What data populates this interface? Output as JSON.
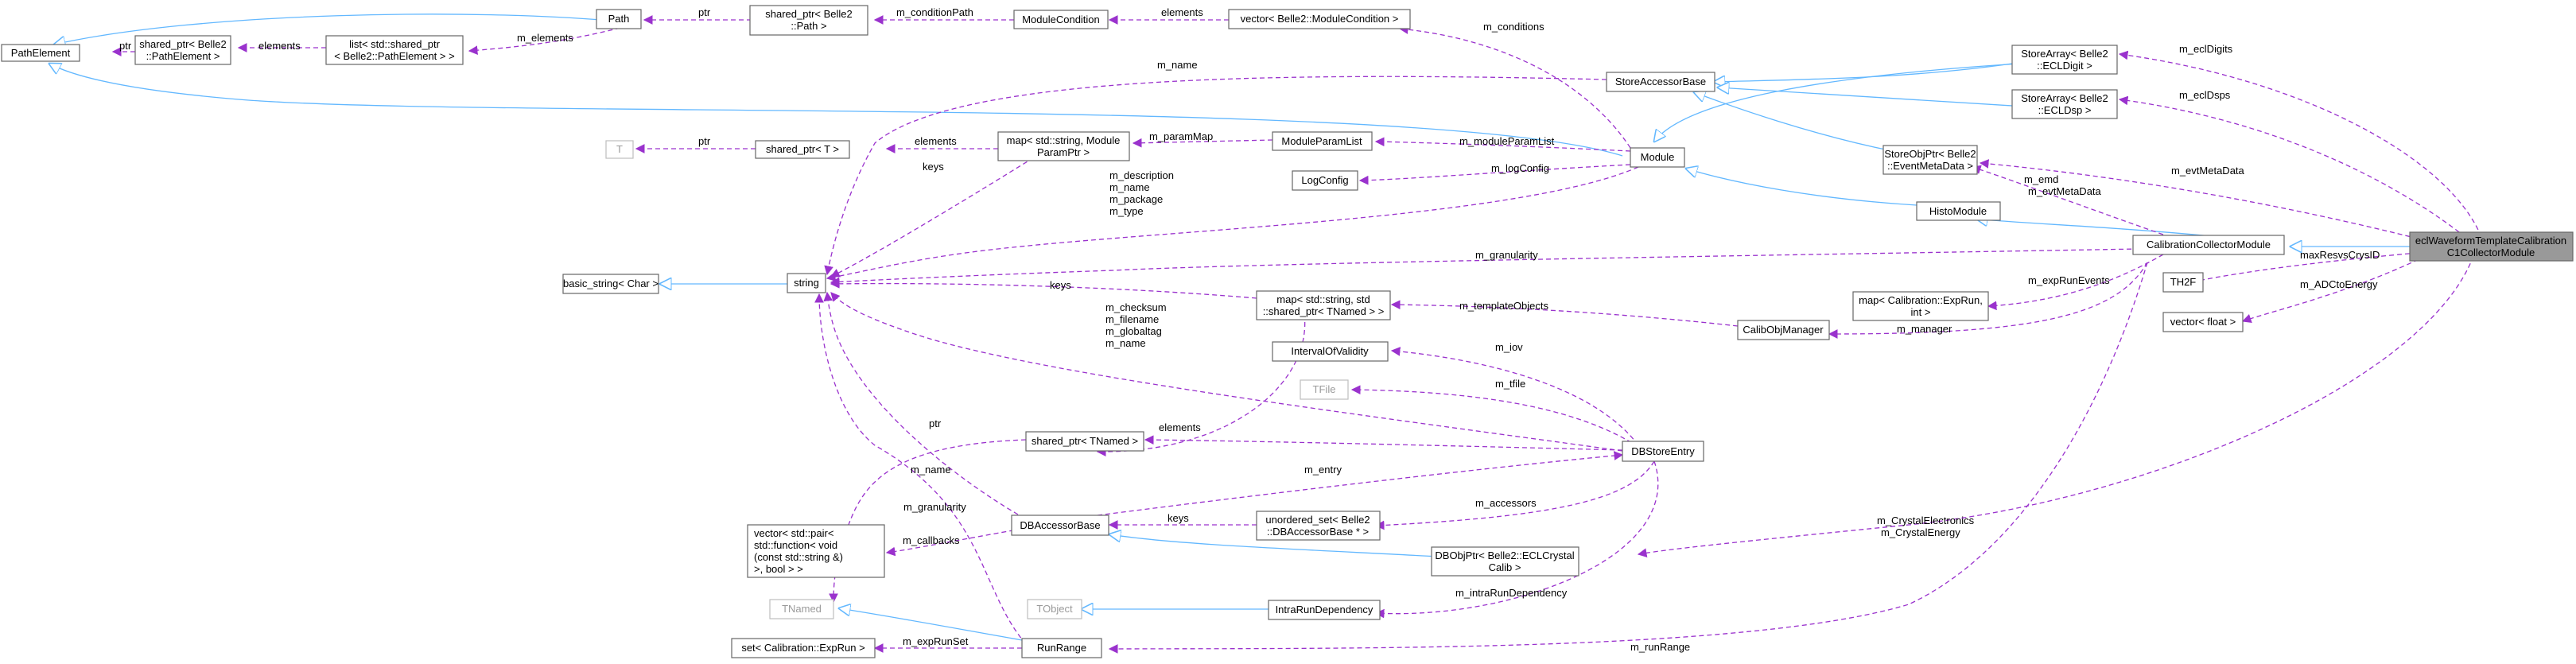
{
  "nodes": {
    "focus_l1": "eclWaveformTemplateCalibration",
    "focus_l2": "C1CollectorModule",
    "calibration_collector_module": "CalibrationCollectorModule",
    "histo_module": "HistoModule",
    "module": "Module",
    "path_element": "PathElement",
    "path": "Path",
    "shared_ptr_path_l1": "shared_ptr< Belle2",
    "shared_ptr_path_l2": "::Path >",
    "shared_ptr_pathelement_l1": "shared_ptr< Belle2",
    "shared_ptr_pathelement_l2": "::PathElement >",
    "list_shared_ptr_l1": "list< std::shared_ptr",
    "list_shared_ptr_l2": "< Belle2::PathElement > >",
    "module_condition": "ModuleCondition",
    "vector_module_condition": "vector< Belle2::ModuleCondition >",
    "store_accessor_base": "StoreAccessorBase",
    "store_array_ecl_digit_l1": "StoreArray< Belle2",
    "store_array_ecl_digit_l2": "::ECLDigit >",
    "store_array_ecl_dsp_l1": "StoreArray< Belle2",
    "store_array_ecl_dsp_l2": "::ECLDsp >",
    "store_obj_ptr_l1": "StoreObjPtr< Belle2",
    "store_obj_ptr_l2": "::EventMetaData >",
    "t": "T",
    "shared_ptr_t": "shared_ptr< T >",
    "map_param_l1": "map< std::string, Module",
    "map_param_l2": "ParamPtr >",
    "module_param_list": "ModuleParamList",
    "log_config": "LogConfig",
    "string": "string",
    "basic_string": "basic_string< Char >",
    "map_tnamed_l1": "map< std::string, std",
    "map_tnamed_l2": "::shared_ptr< TNamed > >",
    "calib_obj_manager": "CalibObjManager",
    "map_exprun_l1": "map< Calibration::ExpRun,",
    "map_exprun_l2": "int >",
    "th2f": "TH2F",
    "vector_float": "vector< float >",
    "interval_of_validity": "IntervalOfValidity",
    "tfile": "TFile",
    "shared_ptr_tnamed": "shared_ptr< TNamed >",
    "db_store_entry": "DBStoreEntry",
    "db_accessor_base": "DBAccessorBase",
    "unordered_set_l1": "unordered_set< Belle2",
    "unordered_set_l2": "::DBAccessorBase * >",
    "db_obj_ptr_l1": "DBObjPtr< Belle2::ECLCrystal",
    "db_obj_ptr_l2": "Calib >",
    "vector_pair_l1": "vector< std::pair<",
    "vector_pair_l2": "std::function< void",
    "vector_pair_l3": "(const std::string &)",
    "vector_pair_l4": ">, bool > >",
    "tnamed": "TNamed",
    "tobject": "TObject",
    "intra_run_dependency": "IntraRunDependency",
    "set_exprun": "set< Calibration::ExpRun >",
    "run_range": "RunRange"
  },
  "labels": {
    "ptr_1": "ptr",
    "m_elements": "m_elements",
    "elements_1": "elements",
    "m_condition_path": "m_conditionPath",
    "elements_2": "elements",
    "m_conditions": "m_conditions",
    "m_name_1": "m_name",
    "ptr_2": "ptr",
    "elements_3": "elements",
    "m_param_map": "m_paramMap",
    "m_module_param_list": "m_moduleParamList",
    "keys_1": "keys",
    "m_log_config": "m_logConfig",
    "mod_l1": "m_description",
    "mod_l2": "m_name",
    "mod_l3": "m_package",
    "mod_l4": "m_type",
    "m_granularity_1": "m_granularity",
    "keys_2": "keys",
    "m_template_objects": "m_templateObjects",
    "m_exp_run_events": "m_expRunEvents",
    "m_manager": "m_manager",
    "m_emd": "m_emd",
    "m_evt_meta_data_1": "m_evtMetaData",
    "m_evt_meta_data_2": "m_evtMetaData",
    "m_ecl_digits": "m_eclDigits",
    "m_ecl_dsps": "m_eclDsps",
    "max_resvs_crys_id": "maxResvsCrysID",
    "m_adc_to_energy": "m_ADCtoEnergy",
    "dbs_l1": "m_checksum",
    "dbs_l2": "m_filename",
    "dbs_l3": "m_globaltag",
    "dbs_l4": "m_name",
    "m_iov": "m_iov",
    "m_tfile": "m_tfile",
    "elements_4": "elements",
    "ptr_3": "ptr",
    "m_name_2": "m_name",
    "m_entry": "m_entry",
    "m_accessors": "m_accessors",
    "keys_3": "keys",
    "m_granularity_2": "m_granularity",
    "m_callbacks": "m_callbacks",
    "m_crystal_electronics": "m_CrystalElectronics",
    "m_crystal_energy": "m_CrystalEnergy",
    "m_intra_run_dependency": "m_intraRunDependency",
    "m_exp_run_set": "m_expRunSet",
    "m_run_range": "m_runRange"
  },
  "colors": {
    "usage_edge": "#9a32cd",
    "inheritance_edge": "#63b8ff",
    "node_border": "#666666",
    "focus_fill": "#999999",
    "external_border": "#bfbfbf"
  }
}
